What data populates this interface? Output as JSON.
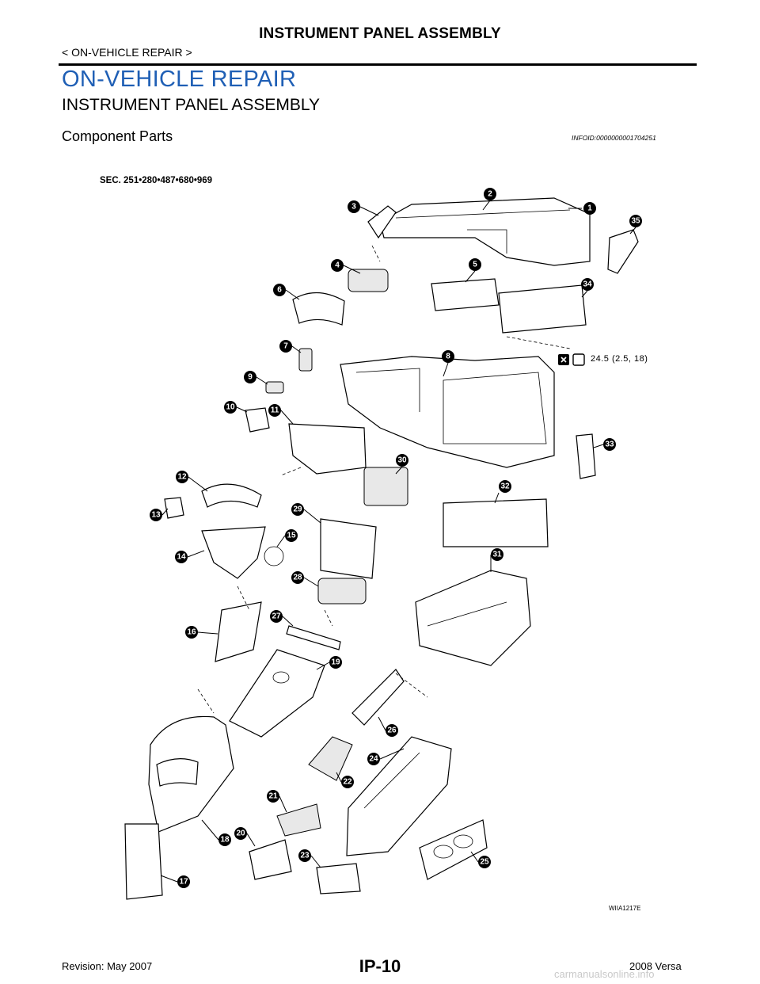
{
  "header": {
    "running_title": "INSTRUMENT PANEL ASSEMBLY",
    "breadcrumb": "< ON-VEHICLE REPAIR >"
  },
  "content": {
    "section_title": "ON-VEHICLE REPAIR",
    "subsection_title": "INSTRUMENT PANEL ASSEMBLY",
    "topic_title": "Component Parts",
    "info_id": "INFOID:0000000001704251"
  },
  "figure": {
    "sec_label": "SEC. 251•280•487•680•969",
    "torque_label": "24.5 (2.5, 18)",
    "figure_id": "WIIA1217E",
    "callouts": [
      "1",
      "2",
      "3",
      "4",
      "5",
      "6",
      "7",
      "8",
      "9",
      "10",
      "11",
      "12",
      "13",
      "14",
      "15",
      "16",
      "17",
      "18",
      "19",
      "20",
      "21",
      "22",
      "23",
      "24",
      "25",
      "26",
      "27",
      "28",
      "29",
      "30",
      "31",
      "32",
      "33",
      "34",
      "35"
    ],
    "icons": [
      "torque-wrench-icon",
      "bolt-icon"
    ]
  },
  "footer": {
    "page_number": "IP-10",
    "revision": "Revision: May 2007",
    "model": "2008 Versa",
    "watermark": "carmanualsonline.info"
  }
}
